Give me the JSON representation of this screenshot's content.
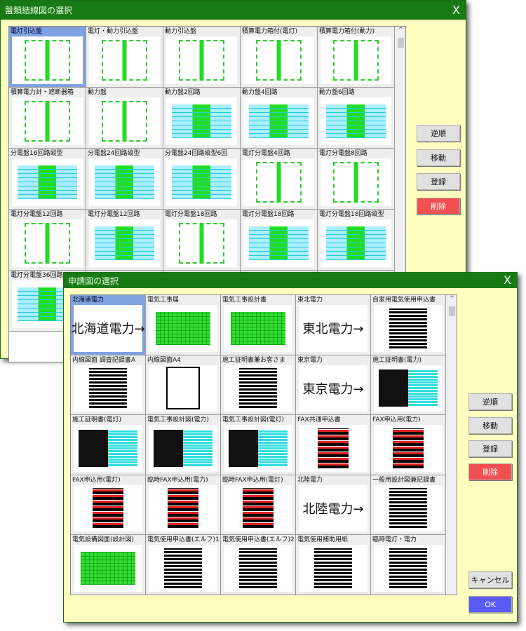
{
  "window1": {
    "title": "盤類結線図の選択",
    "close": "X",
    "buttons": {
      "reverse": "逆順",
      "move": "移動",
      "register": "登録",
      "delete": "削除"
    },
    "items": [
      {
        "label": "電灯引込盤",
        "thumb": "green"
      },
      {
        "label": "電灯・動力引込盤",
        "thumb": "green"
      },
      {
        "label": "動力引込盤",
        "thumb": "green"
      },
      {
        "label": "積算電力箱付(電灯)",
        "thumb": "green"
      },
      {
        "label": "積算電力箱付(動力)",
        "thumb": "green"
      },
      {
        "label": "積算電力計・遮断器箱",
        "thumb": "green"
      },
      {
        "label": "動力盤",
        "thumb": "green"
      },
      {
        "label": "動力盤2回路",
        "thumb": "cyan"
      },
      {
        "label": "動力盤4回路",
        "thumb": "cyan"
      },
      {
        "label": "動力盤6回路",
        "thumb": "cyan"
      },
      {
        "label": "分電盤16回路縦型",
        "thumb": "cyan"
      },
      {
        "label": "分電盤24回路縦型",
        "thumb": "cyan"
      },
      {
        "label": "分電盤24回路縦型6回",
        "thumb": "cyan"
      },
      {
        "label": "電灯分電盤4回路",
        "thumb": "green"
      },
      {
        "label": "電灯分電盤8回路",
        "thumb": "green"
      },
      {
        "label": "電灯分電盤12回路",
        "thumb": "green"
      },
      {
        "label": "電灯分電盤12回路",
        "thumb": "cyan"
      },
      {
        "label": "電灯分電盤18回路",
        "thumb": "green"
      },
      {
        "label": "電灯分電盤18回路",
        "thumb": "cyan"
      },
      {
        "label": "電灯分電盤18回路縦型",
        "thumb": "cyan"
      },
      {
        "label": "電灯分電盤36回路",
        "thumb": "cyan"
      },
      {
        "label": "",
        "thumb": "cyan"
      },
      {
        "label": "",
        "thumb": "cyan"
      },
      {
        "label": "",
        "thumb": "cyan"
      },
      {
        "label": "",
        "thumb": "cyan"
      }
    ]
  },
  "window2": {
    "title": "申請図の選択",
    "close": "X",
    "buttons": {
      "reverse": "逆順",
      "move": "移動",
      "register": "登録",
      "delete": "削除",
      "cancel": "キャンセル",
      "ok": "OK"
    },
    "items": [
      {
        "label": "北海道電力",
        "thumb": "text",
        "text": "北海道電力→"
      },
      {
        "label": "電気工事届",
        "thumb": "gtable"
      },
      {
        "label": "電気工事設計書",
        "thumb": "gtable"
      },
      {
        "label": "東北電力",
        "thumb": "text",
        "text": "東北電力→"
      },
      {
        "label": "自家用電気使用申込書",
        "thumb": "black"
      },
      {
        "label": "内線図面 調査記録書A",
        "thumb": "black"
      },
      {
        "label": "内線図面A4",
        "thumb": "white"
      },
      {
        "label": "施工証明書兼お客さま",
        "thumb": "black"
      },
      {
        "label": "東京電力",
        "thumb": "text",
        "text": "東京電力→"
      },
      {
        "label": "施工証明書(電力)",
        "thumb": "bcyan"
      },
      {
        "label": "施工証明書(電灯)",
        "thumb": "bcyan"
      },
      {
        "label": "電気工事設計図(電力)",
        "thumb": "bcyan"
      },
      {
        "label": "電気工事設計図(電灯)",
        "thumb": "bcyan"
      },
      {
        "label": "FAX共通申込書",
        "thumb": "red"
      },
      {
        "label": "FAX申込用(電力)",
        "thumb": "red"
      },
      {
        "label": "FAX申込用(電灯)",
        "thumb": "red"
      },
      {
        "label": "臨時FAX申込用(電力)",
        "thumb": "red"
      },
      {
        "label": "臨時FAX申込用(電灯)",
        "thumb": "red"
      },
      {
        "label": "北陸電力",
        "thumb": "text",
        "text": "北陸電力→"
      },
      {
        "label": "一般用設計図兼記録書",
        "thumb": "black"
      },
      {
        "label": "電気設備図面(設計図)",
        "thumb": "gtable"
      },
      {
        "label": "電気使用申込書(エルフ)1",
        "thumb": "black"
      },
      {
        "label": "電気使用申込書(エルフ)2",
        "thumb": "black"
      },
      {
        "label": "電気使用補助用紙",
        "thumb": "black"
      },
      {
        "label": "臨時電灯・電力",
        "thumb": "black"
      }
    ]
  }
}
